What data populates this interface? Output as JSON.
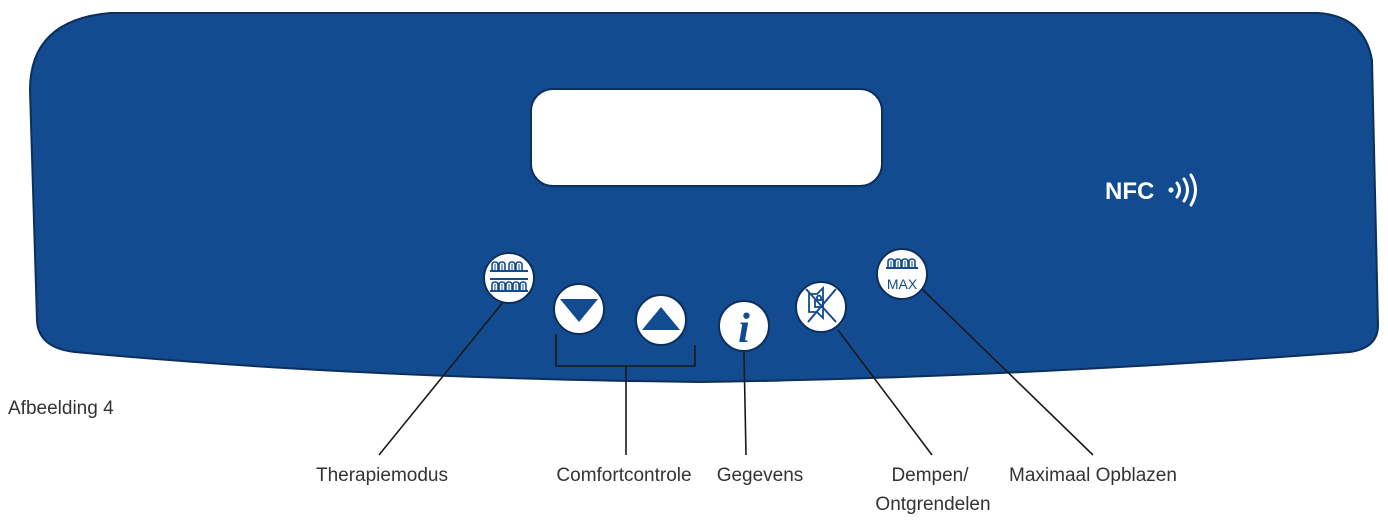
{
  "figure": {
    "caption": "Afbeelding 4"
  },
  "panel": {
    "nfc_label": "NFC",
    "colors": {
      "panel": "#124b8f",
      "panel_border": "#0c2f5c",
      "button_face": "#ffffff",
      "icon": "#124b8f",
      "leader": "#1a1a1a"
    }
  },
  "buttons": {
    "therapy_mode": {
      "label": "Therapiemodus",
      "icon": "therapy-mode-icon"
    },
    "comfort_down": {
      "icon": "arrow-down-icon"
    },
    "comfort_up": {
      "icon": "arrow-up-icon"
    },
    "comfort_group_label": "Comfortcontrole",
    "info": {
      "label": "Gegevens",
      "icon": "info-icon",
      "glyph": "i"
    },
    "mute_unlock": {
      "label_line1": "Dempen/",
      "label_line2": "Ontgrendelen",
      "icon": "mute-unlock-icon"
    },
    "max_inflate": {
      "label": "Maximaal Opblazen",
      "icon": "max-inflate-icon",
      "badge": "MAX"
    }
  }
}
